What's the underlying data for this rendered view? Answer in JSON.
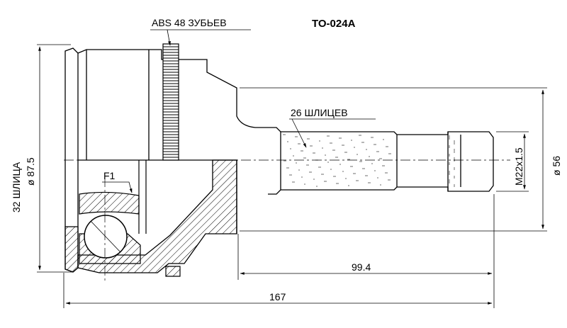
{
  "part_number": "TO-024A",
  "callouts": {
    "abs": "ABS 48 ЗУБЬЕВ",
    "splines_shaft": "26 ШЛИЦЕВ",
    "f1": "F1"
  },
  "dimensions": {
    "inner_splines": "32 ШЛИЦА",
    "outer_diameter": "ø 87.5",
    "shaft_diameter": "ø 56",
    "thread": "M22x1.5",
    "shaft_length": "99.4",
    "total_length": "167"
  }
}
